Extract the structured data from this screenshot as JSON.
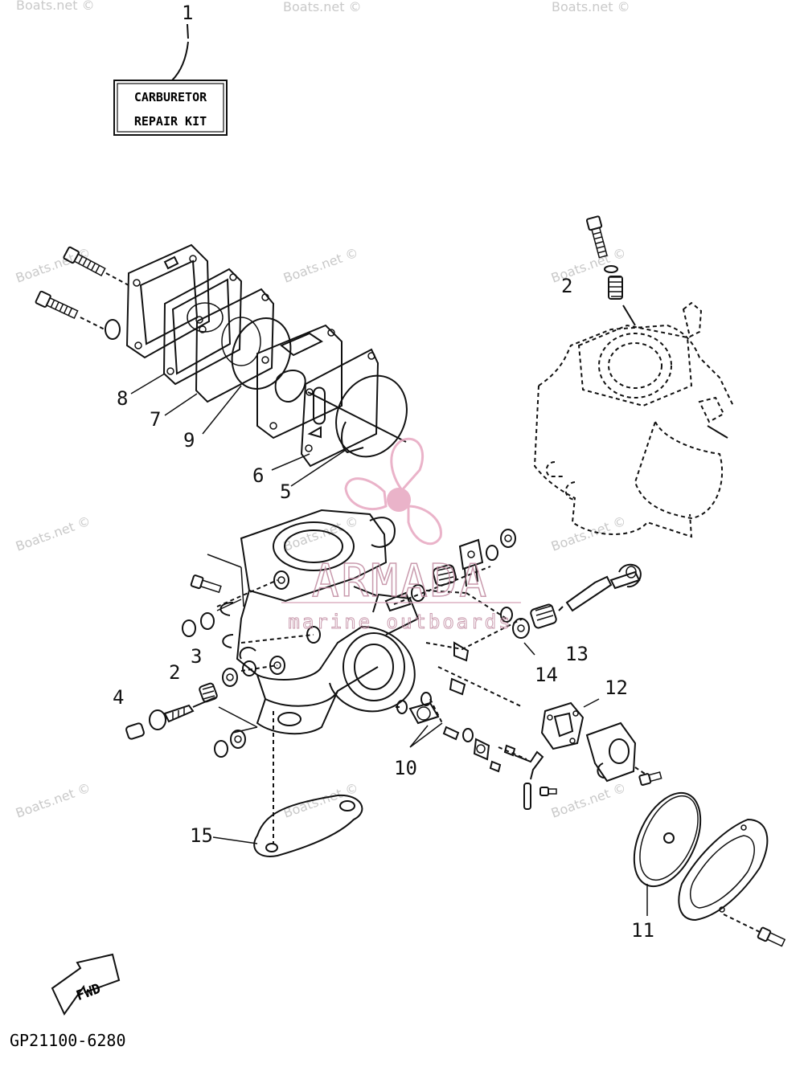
{
  "kit_label": {
    "line1": "CARBURETOR",
    "line2": "REPAIR KIT"
  },
  "callouts": [
    {
      "id": "c1",
      "text": "1"
    },
    {
      "id": "c2a",
      "text": "2"
    },
    {
      "id": "c2b",
      "text": "2"
    },
    {
      "id": "c3",
      "text": "3"
    },
    {
      "id": "c4",
      "text": "4"
    },
    {
      "id": "c5",
      "text": "5"
    },
    {
      "id": "c6",
      "text": "6"
    },
    {
      "id": "c7",
      "text": "7"
    },
    {
      "id": "c8",
      "text": "8"
    },
    {
      "id": "c9",
      "text": "9"
    },
    {
      "id": "c10",
      "text": "10"
    },
    {
      "id": "c11",
      "text": "11"
    },
    {
      "id": "c12",
      "text": "12"
    },
    {
      "id": "c13",
      "text": "13"
    },
    {
      "id": "c14",
      "text": "14"
    },
    {
      "id": "c15",
      "text": "15"
    }
  ],
  "fwd_label": "FWD",
  "diagram_code": "GP21100-6280",
  "watermark": {
    "brand": "ARMADA",
    "tagline": "marine outboards",
    "site": "Boats.net ©",
    "brand_color": "#e7a6c0"
  }
}
